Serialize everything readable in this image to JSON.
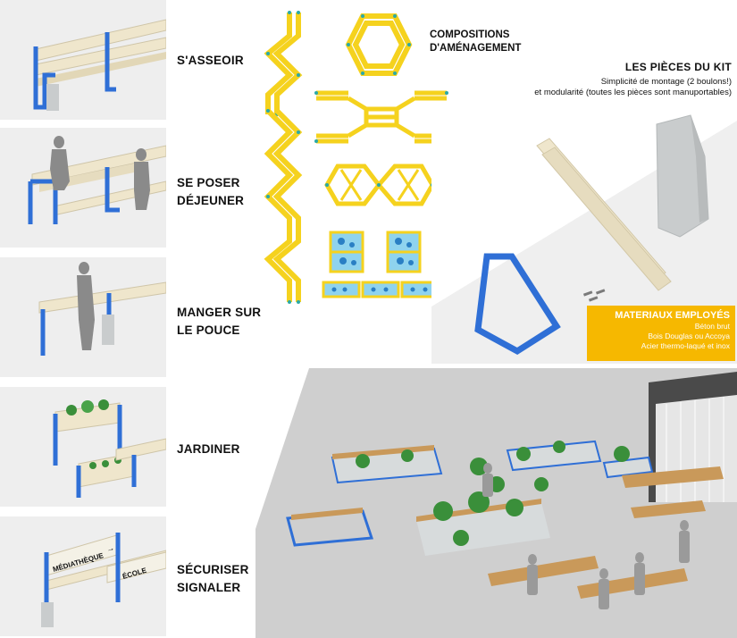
{
  "usages": [
    {
      "label": "S'ASSEOIR"
    },
    {
      "label": "SE POSER\nDÉJEUNER"
    },
    {
      "label": "MANGER SUR\nLE POUCE"
    },
    {
      "label": "JARDINER"
    },
    {
      "label": "SÉCURISER\nSIGNALER"
    }
  ],
  "signage": {
    "sign_left": "MÉDIATHÈQUE",
    "sign_arrow": "→",
    "sign_right": "ÉCOLE"
  },
  "compositions": {
    "title": "COMPOSITIONS\nD'AMÉNAGEMENT"
  },
  "kit": {
    "title": "LES PIÈCES DU KIT",
    "description": "Simplicité de montage (2 boulons!)\net modularité (toutes les pièces sont manuportables)"
  },
  "materials": {
    "title": "MATERIAUX EMPLOYÉS",
    "items": [
      "Béton brut",
      "Bois Douglas ou Accoya",
      "Acier thermo-laqué et inox"
    ]
  },
  "colors": {
    "accent_yellow": "#f6b800",
    "module_yellow": "#f5d21e",
    "frame_blue": "#2f6fd6",
    "wood": "#efe6cc",
    "concrete": "#c9cccd",
    "plant_green": "#3a8f3a"
  }
}
